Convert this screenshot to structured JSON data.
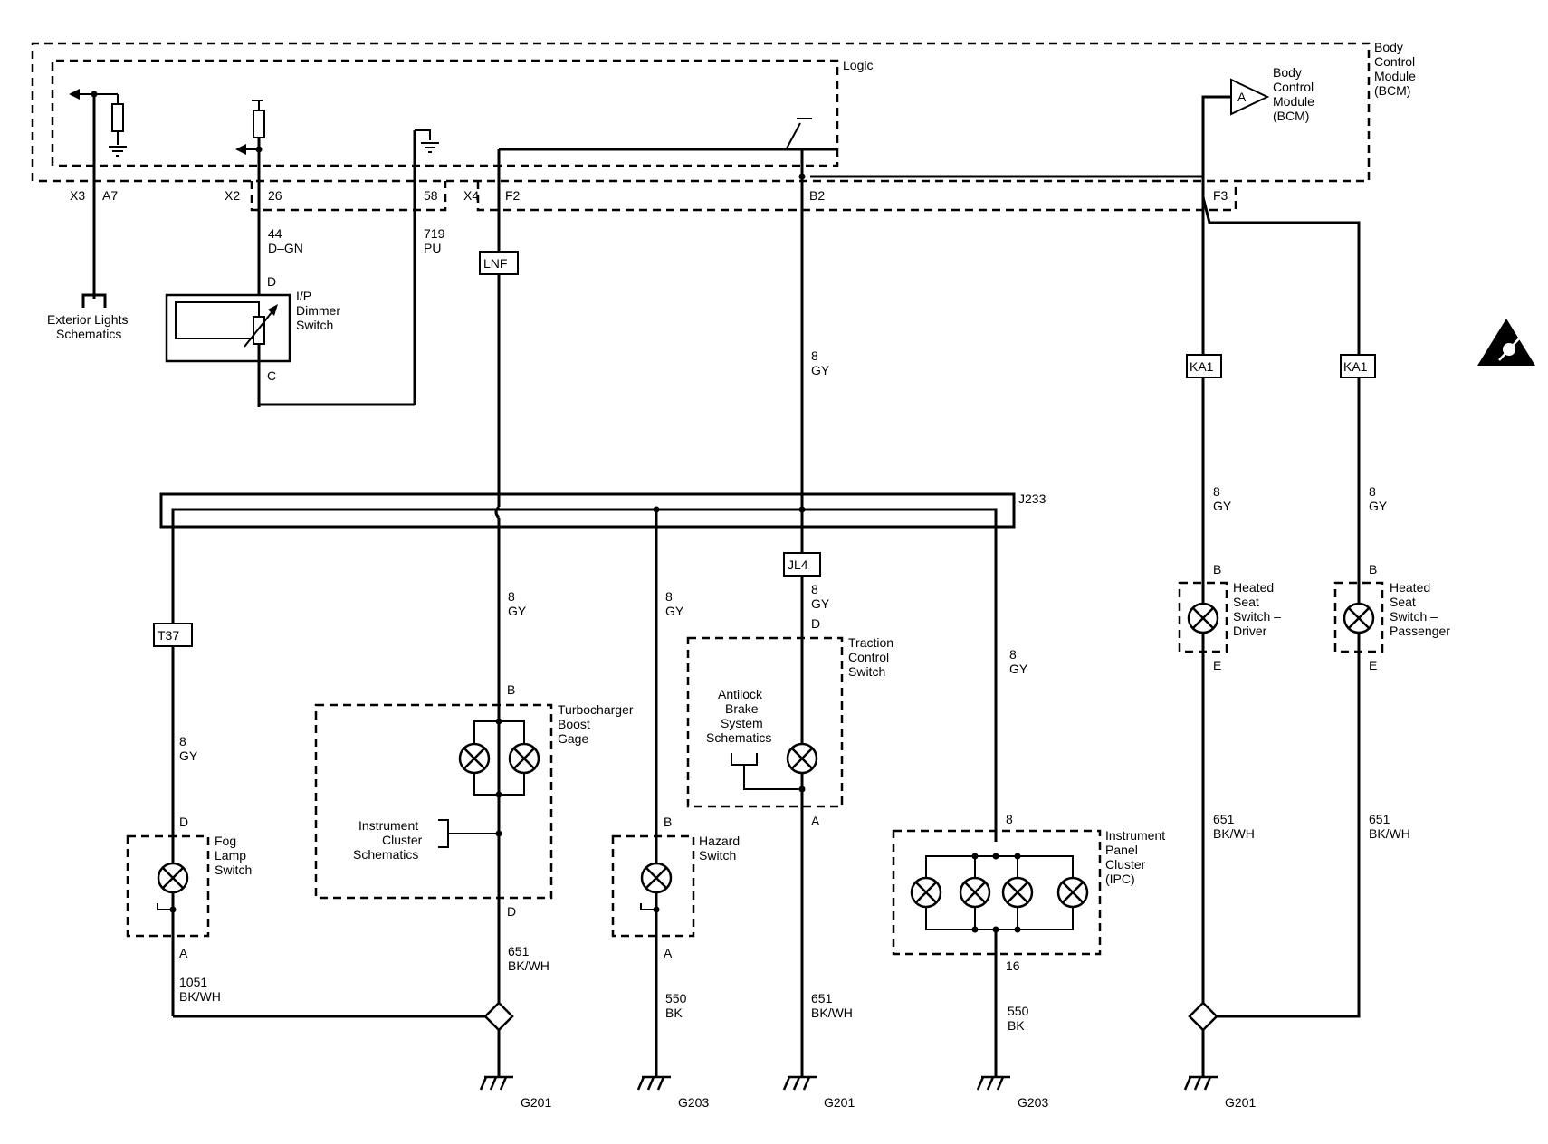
{
  "module": {
    "outer_title": [
      "Body",
      "Control",
      "Module",
      "(BCM)"
    ],
    "inner_title": [
      "Body",
      "Control",
      "Module",
      "(BCM)"
    ],
    "logic_label": "Logic",
    "amp_letter": "A"
  },
  "connectors": {
    "x3": "X3",
    "a7": "A7",
    "x2": "X2",
    "p26": "26",
    "p58": "58",
    "x4": "X4",
    "f2": "F2",
    "b2": "B2",
    "f3": "F3"
  },
  "wires": {
    "w44": [
      "44",
      "D–GN"
    ],
    "w719": [
      "719",
      "PU"
    ],
    "gy_main": [
      "8",
      "GY"
    ],
    "gy_fog": [
      "8",
      "GY"
    ],
    "gy_turbo": [
      "8",
      "GY"
    ],
    "gy_hazard": [
      "8",
      "GY"
    ],
    "gy_traction": [
      "8",
      "GY"
    ],
    "gy_ipc": [
      "8",
      "GY"
    ],
    "gy_driver": [
      "8",
      "GY"
    ],
    "gy_pass": [
      "8",
      "GY"
    ],
    "bk_fog": [
      "1051",
      "BK/WH"
    ],
    "bk_turbo": [
      "651",
      "BK/WH"
    ],
    "bk_hazard": [
      "550",
      "BK"
    ],
    "bk_traction": [
      "651",
      "BK/WH"
    ],
    "bk_ipc": [
      "550",
      "BK"
    ],
    "bk_driver": [
      "651",
      "BK/WH"
    ],
    "bk_pass": [
      "651",
      "BK/WH"
    ]
  },
  "tags": {
    "lnf": "LNF",
    "t37": "T37",
    "jl4": "JL4",
    "ka1_a": "KA1",
    "ka1_b": "KA1",
    "j233": "J233"
  },
  "components": {
    "exterior": [
      "Exterior Lights",
      "Schematics"
    ],
    "dimmer": {
      "label": [
        "I/P",
        "Dimmer",
        "Switch"
      ],
      "pin_top": "D",
      "pin_bottom": "C"
    },
    "fog": {
      "label": [
        "Fog",
        "Lamp",
        "Switch"
      ],
      "pin_top": "D",
      "pin_bottom": "A"
    },
    "turbo": {
      "label": [
        "Turbocharger",
        "Boost",
        "Gage"
      ],
      "pin_top": "B",
      "pin_bottom": "D"
    },
    "ic_schem": [
      "Instrument",
      "Cluster",
      "Schematics"
    ],
    "hazard": {
      "label": [
        "Hazard",
        "Switch"
      ],
      "pin_top": "B",
      "pin_bottom": "A"
    },
    "traction": {
      "label": [
        "Traction",
        "Control",
        "Switch"
      ],
      "pin_top": "D",
      "pin_bottom": "A"
    },
    "abs": [
      "Antilock",
      "Brake",
      "System",
      "Schematics"
    ],
    "ipc": {
      "label": [
        "Instrument",
        "Panel",
        "Cluster",
        "(IPC)"
      ],
      "pin_top": "8",
      "pin_bottom": "16"
    },
    "seat_driver": {
      "label": [
        "Heated",
        "Seat",
        "Switch –",
        "Driver"
      ],
      "pin_top": "B",
      "pin_bottom": "E"
    },
    "seat_pass": {
      "label": [
        "Heated",
        "Seat",
        "Switch –",
        "Passenger"
      ],
      "pin_top": "B",
      "pin_bottom": "E"
    }
  },
  "grounds": {
    "g1": "G201",
    "g2": "G203",
    "g3": "G201",
    "g4": "G203",
    "g5": "G201"
  },
  "icons": [
    "esd-warning-icon",
    "lamp-icon",
    "ground-icon",
    "splice-icon",
    "amplifier-icon"
  ]
}
